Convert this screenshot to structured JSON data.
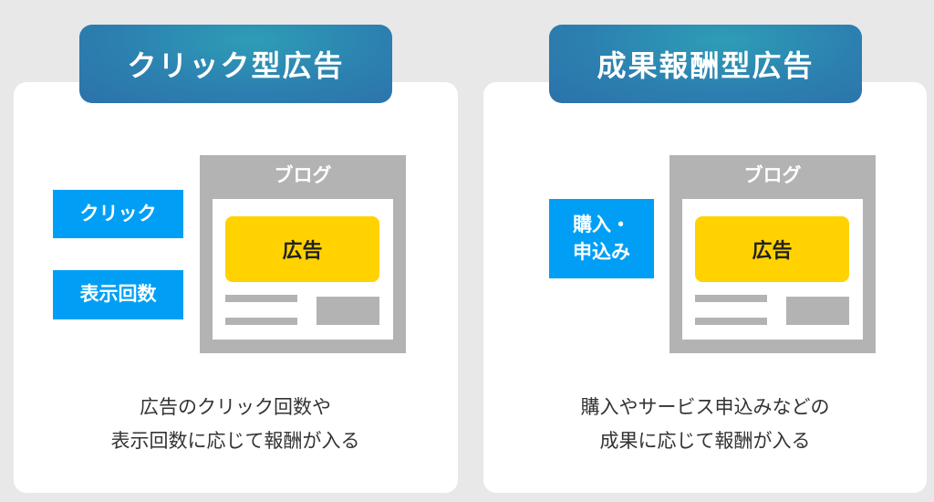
{
  "panels": [
    {
      "title": "クリック型広告",
      "blog_label": "ブログ",
      "ad_label": "広告",
      "labels": [
        "クリック",
        "表示回数"
      ],
      "caption": [
        "広告のクリック回数や",
        "表示回数に応じて報酬が入る"
      ]
    },
    {
      "title": "成果報酬型広告",
      "blog_label": "ブログ",
      "ad_label": "広告",
      "labels": [
        "購入・",
        "申込み"
      ],
      "caption": [
        "購入やサービス申込みなどの",
        "成果に応じて報酬が入る"
      ]
    }
  ],
  "colors": {
    "title_bg": "#2c80b0",
    "label_bg": "#009ff5",
    "ad_bg": "#ffd200",
    "browser": "#b3b3b3"
  }
}
